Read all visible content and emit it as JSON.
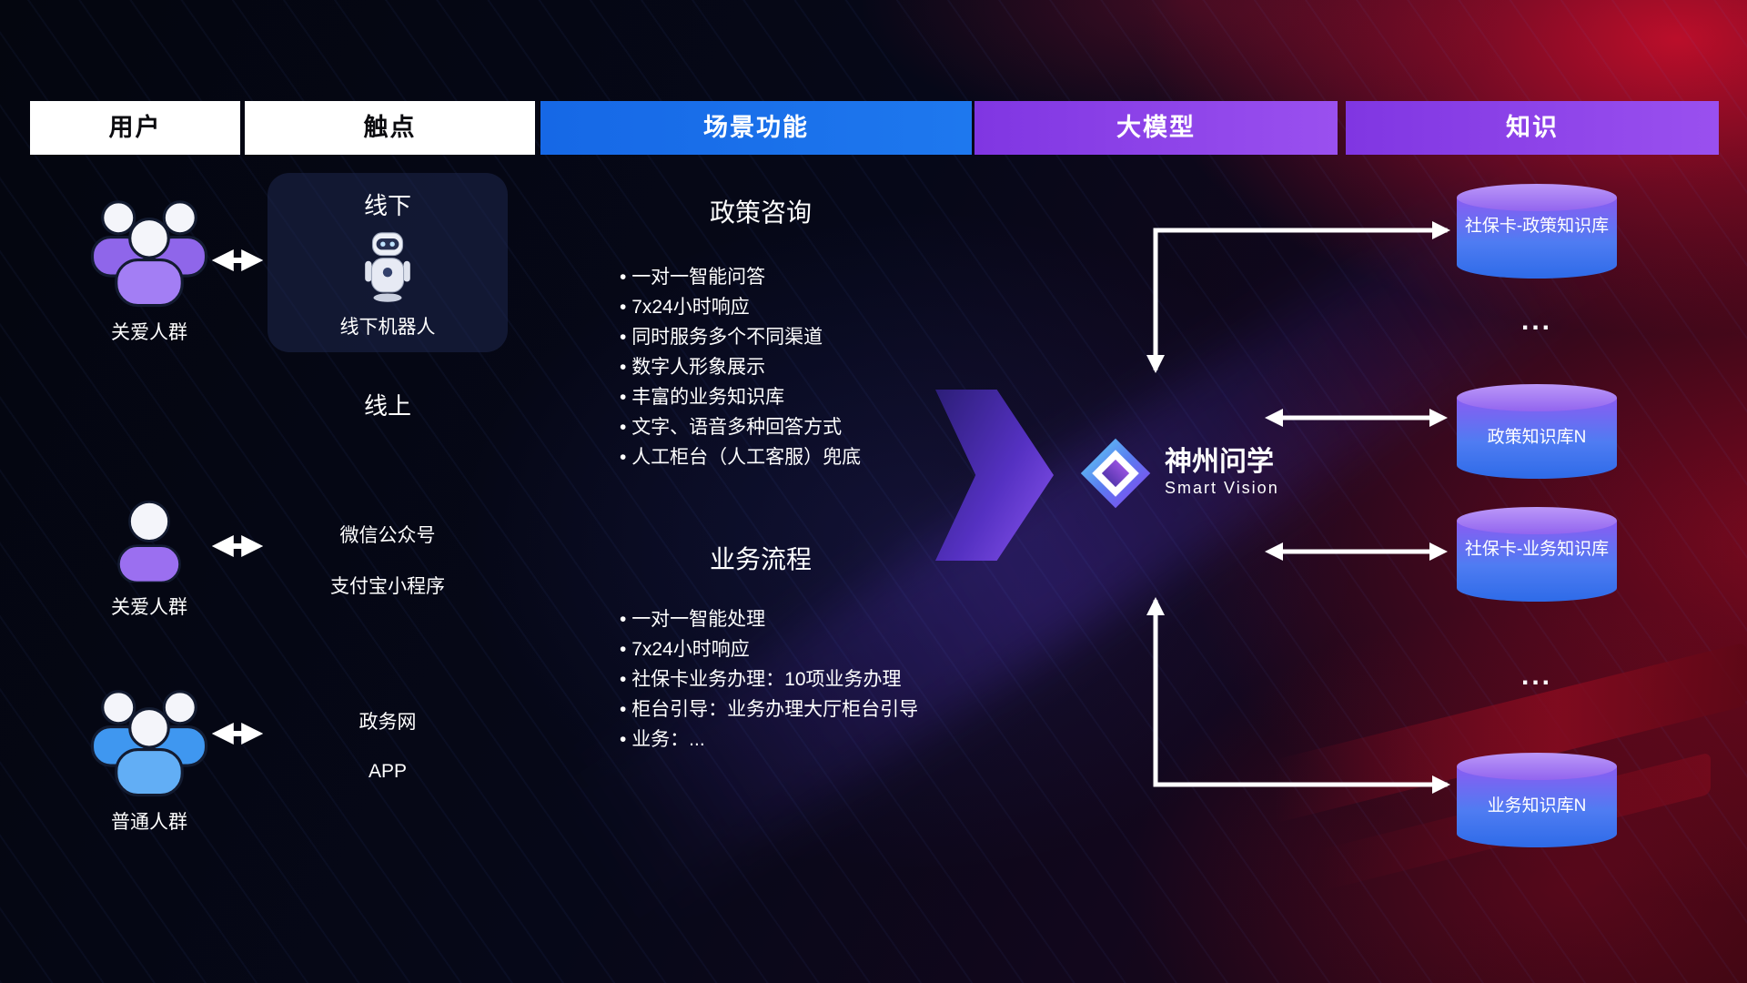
{
  "headers": [
    {
      "label": "用户"
    },
    {
      "label": "触点"
    },
    {
      "label": "场景功能"
    },
    {
      "label": "大模型"
    },
    {
      "label": "知识"
    }
  ],
  "users": {
    "group1_label": "关爱人群",
    "single_label": "关爱人群",
    "group2_label": "普通人群"
  },
  "touchpoints": {
    "offline_title": "线下",
    "offline_caption": "线下机器人",
    "online_title": "线上",
    "channel_wechat": "微信公众号",
    "channel_alipay": "支付宝小程序",
    "channel_gov": "政务网",
    "channel_app": "APP"
  },
  "scenarios": {
    "policy": {
      "title": "政策咨询",
      "items": [
        "一对一智能问答",
        "7x24小时响应",
        "同时服务多个不同渠道",
        "数字人形象展示",
        "丰富的业务知识库",
        "文字、语音多种回答方式",
        "人工柜台（人工客服）兜底"
      ]
    },
    "business": {
      "title": "业务流程",
      "items": [
        "一对一智能处理",
        "7x24小时响应",
        "社保卡业务办理：10项业务办理",
        "柜台引导：业务办理大厅柜台引导",
        "业务：..."
      ]
    }
  },
  "model": {
    "name": "神州问学",
    "subtitle": "Smart Vision"
  },
  "knowledge": {
    "db1": "社保卡-政策知识库",
    "ellipsis1": "...",
    "db2": "政策知识库N",
    "db3": "社保卡-业务知识库",
    "ellipsis2": "...",
    "db4": "业务知识库N"
  },
  "colors": {
    "header_blue": "#1a6ae8",
    "header_purple": "#8a3ee8",
    "arrow_white": "#ffffff",
    "accent_purple": "#7c4bea"
  }
}
